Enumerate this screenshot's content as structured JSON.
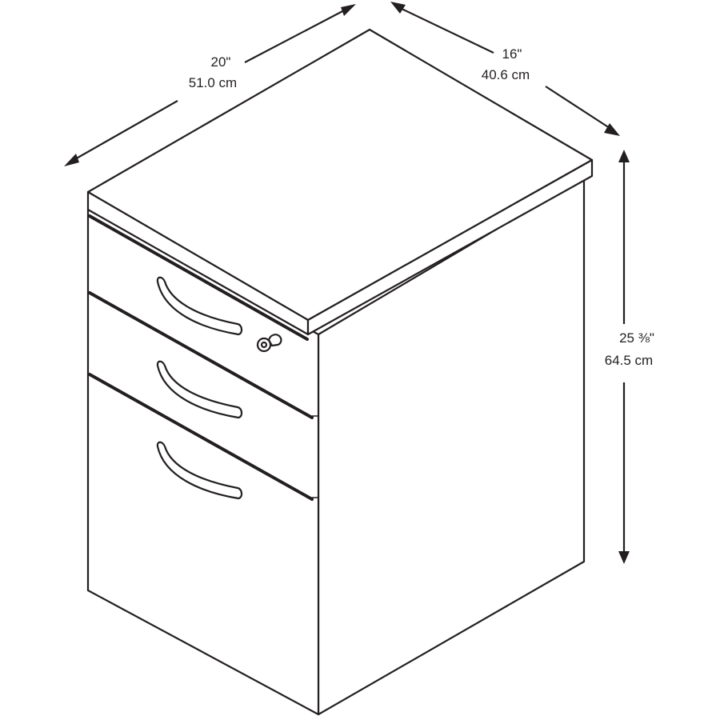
{
  "dimensions": {
    "width": {
      "imperial": "20\"",
      "metric": "51.0 cm"
    },
    "depth": {
      "imperial": "16\"",
      "metric": "40.6 cm"
    },
    "height": {
      "imperial": "25 ⅜\"",
      "metric": "64.5 cm"
    }
  },
  "drawers": [
    {
      "type": "box drawer",
      "lock": true
    },
    {
      "type": "box drawer",
      "lock": false
    },
    {
      "type": "file drawer",
      "lock": false
    }
  ],
  "colors": {
    "line": "#231f20",
    "background": "#ffffff"
  }
}
